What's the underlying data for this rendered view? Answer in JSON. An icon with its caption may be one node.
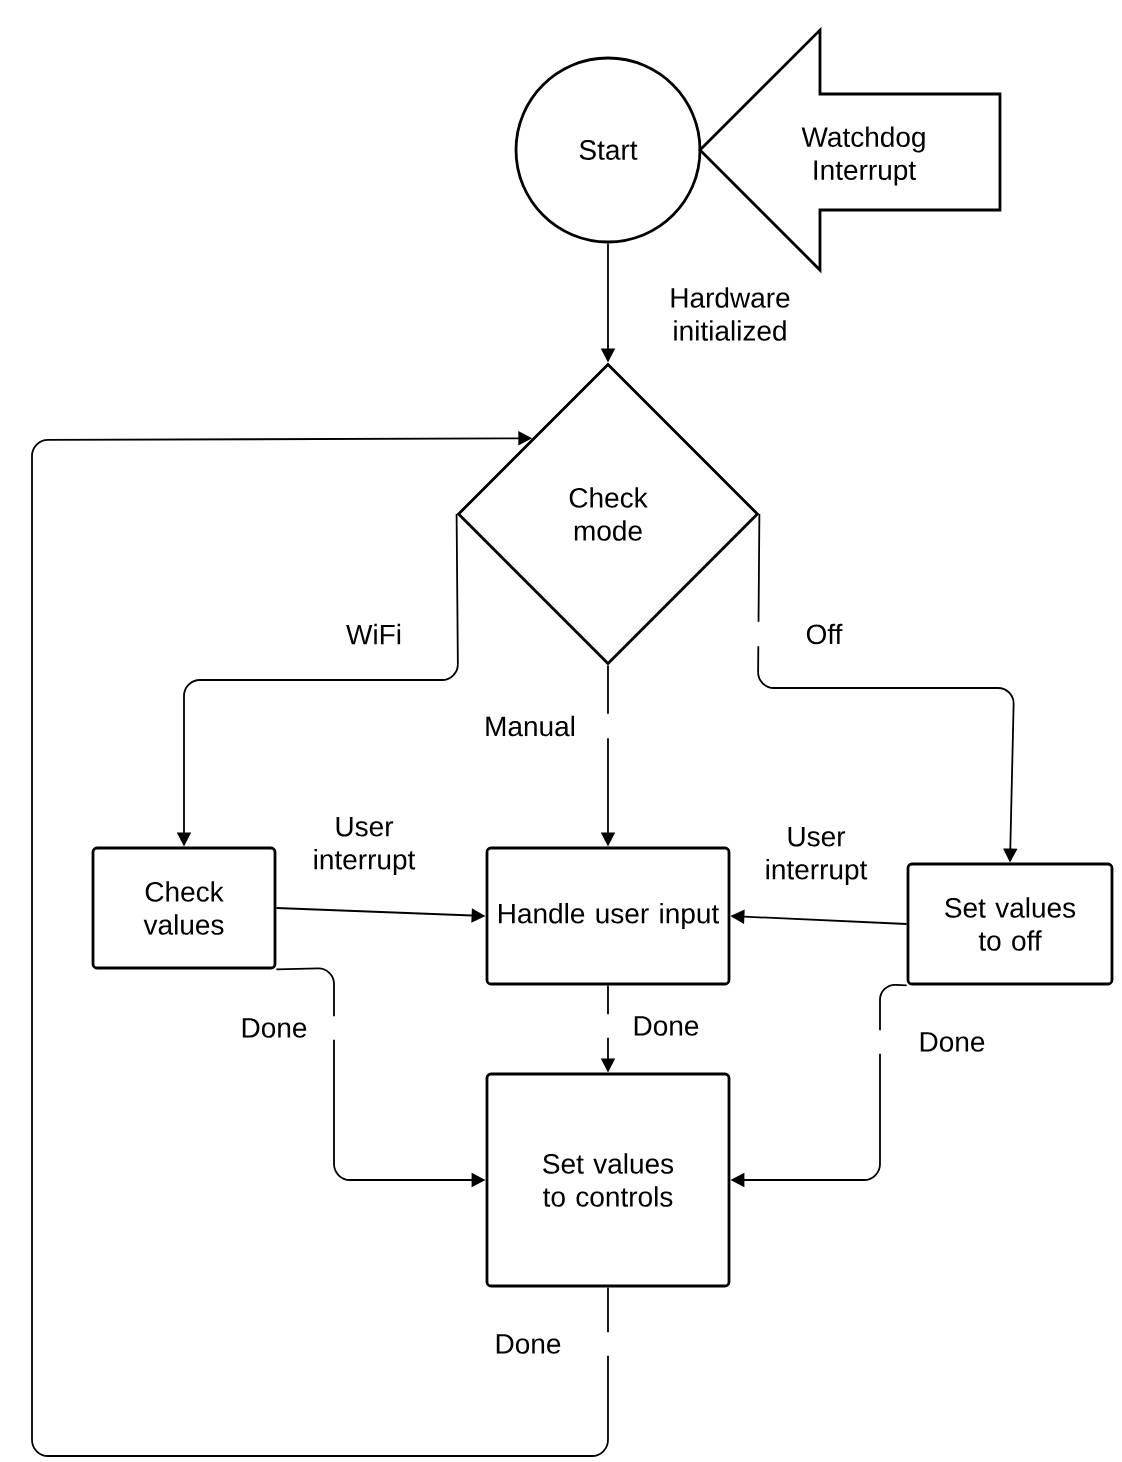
{
  "diagram": {
    "nodes": [
      {
        "text": [
          "Start"
        ]
      },
      {
        "text": [
          "Watchdog Interrupt"
        ]
      },
      {
        "text": [
          "Check mode"
        ]
      },
      {
        "text": [
          "Check values"
        ]
      },
      {
        "text": [
          "Handle user input"
        ]
      },
      {
        "text": [
          "Set values to off"
        ]
      },
      {
        "text": [
          "Set values to controls"
        ]
      }
    ],
    "edges": [
      {
        "from": 0,
        "to": 2,
        "arrow": "to",
        "label": "Hardware initialized"
      },
      {
        "from": 2,
        "to": 3,
        "arrow": "to",
        "label": "WiFi"
      },
      {
        "from": 2,
        "to": 4,
        "arrow": "to",
        "label": "Manual"
      },
      {
        "from": 2,
        "to": 5,
        "arrow": "to",
        "label": "Off"
      },
      {
        "from": 3,
        "to": 4,
        "arrow": "to",
        "label": "User interrupt"
      },
      {
        "from": 5,
        "to": 4,
        "arrow": "to",
        "label": "User interrupt"
      },
      {
        "from": 3,
        "to": 6,
        "arrow": "to",
        "label": "Done"
      },
      {
        "from": 4,
        "to": 6,
        "arrow": "to",
        "label": "Done"
      },
      {
        "from": 5,
        "to": 6,
        "arrow": "to",
        "label": "Done"
      },
      {
        "from": 6,
        "to": 2,
        "arrow": "to",
        "label": "Done"
      }
    ]
  }
}
